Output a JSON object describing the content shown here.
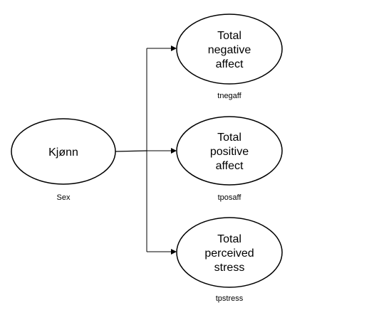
{
  "diagram": {
    "source": {
      "title": "Kjønn",
      "caption": "Sex"
    },
    "targets": [
      {
        "lines": [
          "Total",
          "negative",
          "affect"
        ],
        "caption": "tnegaff"
      },
      {
        "lines": [
          "Total",
          "positive",
          "affect"
        ],
        "caption": "tposaff"
      },
      {
        "lines": [
          "Total",
          "perceived",
          "stress"
        ],
        "caption": "tpstress"
      }
    ],
    "colors": {
      "stroke": "#000000",
      "fill": "#ffffff"
    }
  }
}
